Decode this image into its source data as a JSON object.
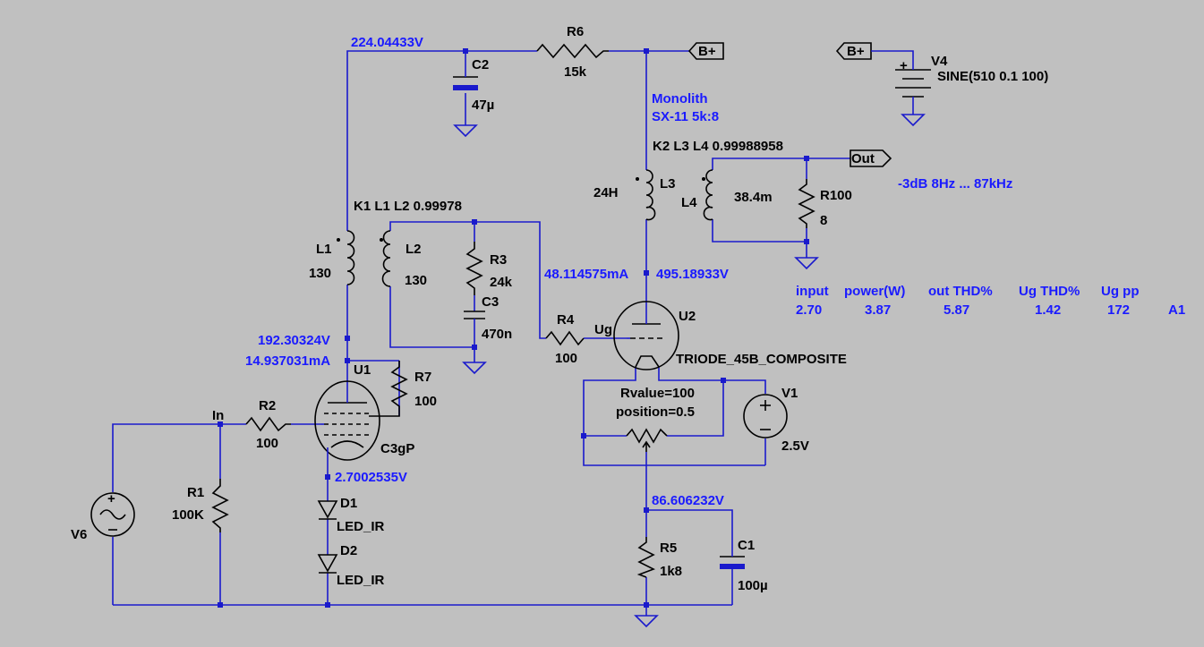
{
  "title": "",
  "labels": {
    "node_224": "224.04433V",
    "c2_name": "C2",
    "c2_value": "47µ",
    "r6_name": "R6",
    "r6_value": "15k",
    "bplus_top": "B+",
    "bplus_v4": "B+",
    "v4_name": "V4",
    "v4_value": "SINE(510 0.1 100)",
    "transformer_note_1": "Monolith",
    "transformer_note_2": "SX-11 5k:8",
    "k2_directive": "K2 L3 L4  0.99988958",
    "out_label": "Out",
    "bandwidth_note": "-3dB 8Hz ... 87kHz",
    "l3_name": "L3",
    "l3_value": "24H",
    "l4_name": "L4",
    "l4_value": "38.4m",
    "r100_name": "R100",
    "r100_value": "8",
    "k1_directive": "K1 L1 L2  0.99978",
    "l1_name": "L1",
    "l1_value": "130",
    "l2_name": "L2",
    "l2_value": "130",
    "r3_name": "R3",
    "r3_value": "24k",
    "c3_name": "C3",
    "c3_value": "470n",
    "node_48mA": "48.114575mA",
    "node_495": "495.18933V",
    "r4_name": "R4",
    "r4_value": "100",
    "ug_label": "Ug",
    "u2_name": "U2",
    "u2_value": "TRIODE_45B_COMPOSITE",
    "node_192": "192.30324V",
    "node_14mA": "14.937031mA",
    "u1_name": "U1",
    "u1_value": "C3gP",
    "r7_name": "R7",
    "r7_value": "100",
    "in_label": "In",
    "r2_name": "R2",
    "r2_value": "100",
    "node_2_7": "2.7002535V",
    "r1_name": "R1",
    "r1_value": "100K",
    "v6_name": "V6",
    "d1_name": "D1",
    "d1_value": "LED_IR",
    "d2_name": "D2",
    "d2_value": "LED_IR",
    "pot_rvalue": "Rvalue=100",
    "pot_position": "position=0.5",
    "v1_name": "V1",
    "v1_value": "2.5V",
    "node_86": "86.606232V",
    "r5_name": "R5",
    "r5_value": "1k8",
    "c1_name": "C1",
    "c1_value": "100µ"
  },
  "results_table": {
    "headers": [
      "input",
      "power(W)",
      "out THD%",
      "Ug THD%",
      "Ug pp"
    ],
    "values": [
      "2.70",
      "3.87",
      "5.87",
      "1.42",
      "172",
      "A1"
    ]
  },
  "colors": {
    "background": "#c0c0c0",
    "wire": "#1a1acc",
    "component": "#000000",
    "annotation": "#1a1aff"
  }
}
